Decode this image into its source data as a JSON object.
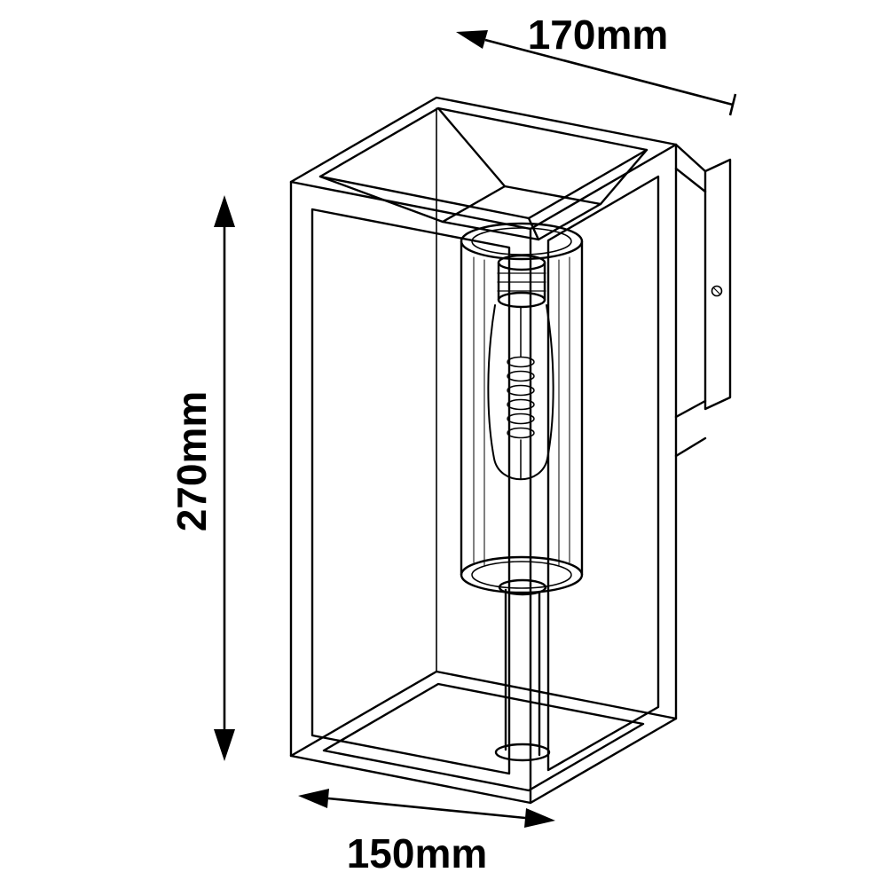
{
  "diagram": {
    "name": "outdoor-wall-lantern-technical-drawing",
    "background_color": "#ffffff",
    "line_color": "#000000",
    "dimensions": {
      "depth_label": "170mm",
      "height_label": "270mm",
      "width_label": "150mm"
    }
  }
}
